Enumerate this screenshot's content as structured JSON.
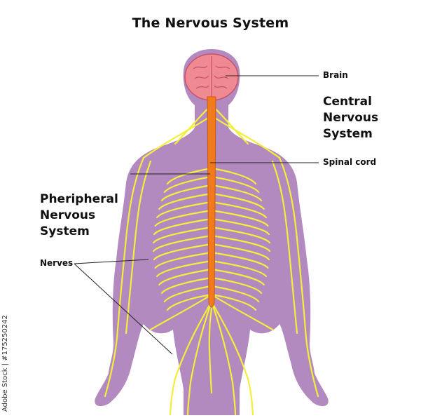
{
  "title": "The Nervous System",
  "labels": {
    "brain": "Brain",
    "spinal_cord": "Spinal cord",
    "nerves": "Nerves",
    "central": [
      "Central",
      "Nervous",
      "System"
    ],
    "peripheral": [
      "Pheripheral",
      "Nervous",
      "System"
    ]
  },
  "watermark": "Adobe Stock | #175250242",
  "colors": {
    "body": "#b28ac0",
    "body_dark": "#9d74b0",
    "brain": "#ef8a92",
    "brain_outline": "#c9506a",
    "spinal_cord": "#f07a1c",
    "nerves": "#f4ee3a"
  }
}
